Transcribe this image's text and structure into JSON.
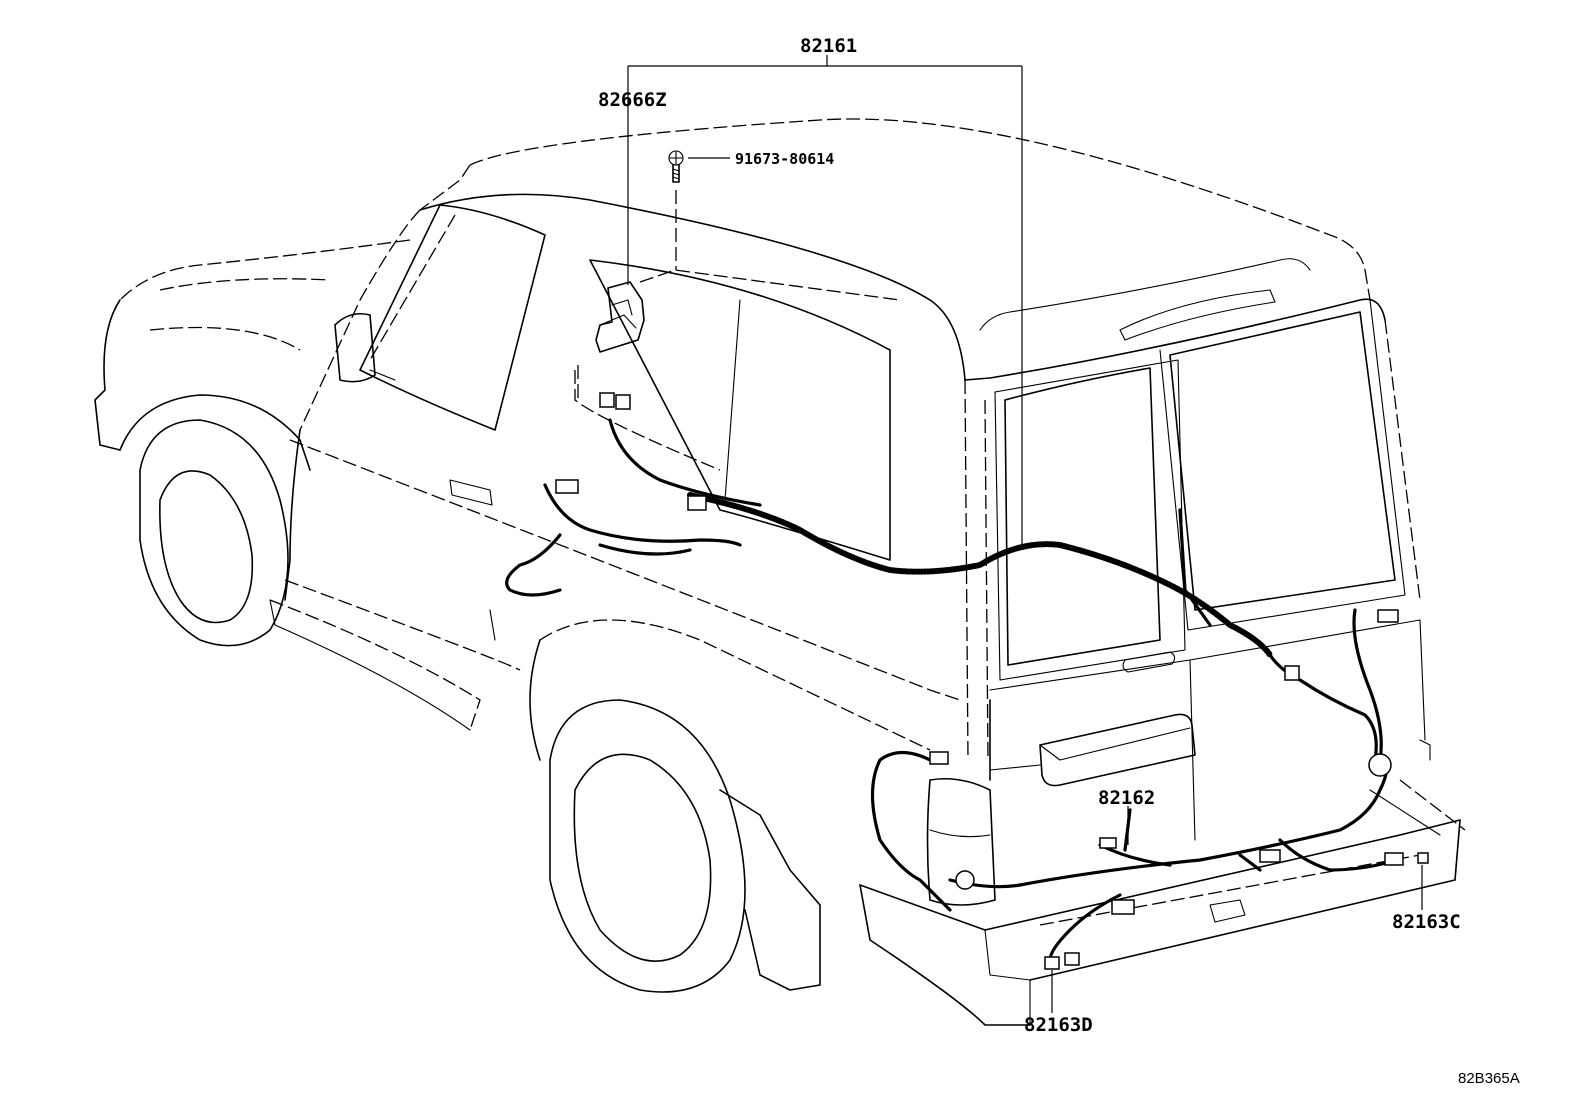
{
  "diagram": {
    "labels": {
      "wire_assembly": "82161",
      "bracket": "82666Z",
      "bolt": "91673-80614",
      "rear_harness": "82162",
      "connector_c": "82163C",
      "connector_d": "82163D"
    },
    "reference_code": "82B365A"
  }
}
